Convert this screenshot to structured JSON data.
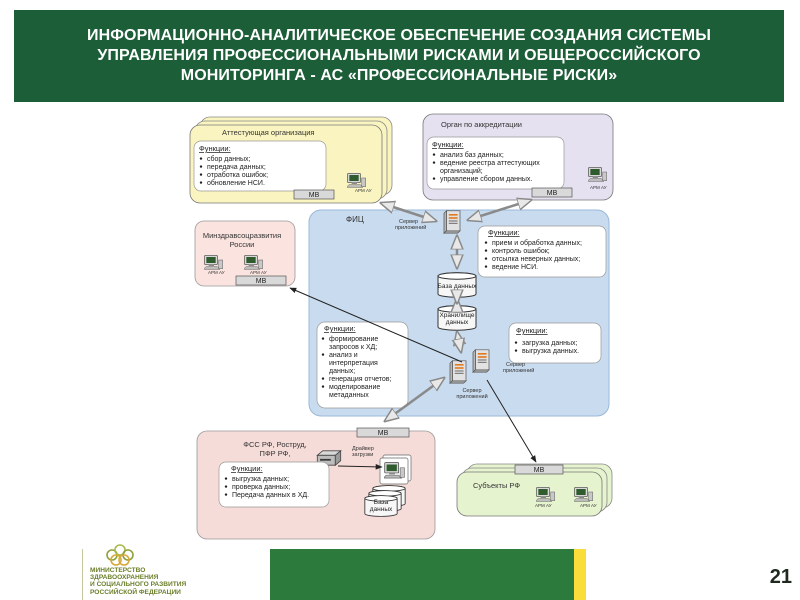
{
  "title": {
    "line1": "ИНФОРМАЦИОННО-АНАЛИТИЧЕСКОЕ ОБЕСПЕЧЕНИЕ СОЗДАНИЯ СИСТЕМЫ",
    "line2": "УПРАВЛЕНИЯ ПРОФЕССИОНАЛЬНЫМИ РИСКАМИ И ОБЩЕРОССИЙСКОГО",
    "line3": "МОНИТОРИНГА  - АС «ПРОФЕССИОНАЛЬНЫЕ РИСКИ»"
  },
  "diagram": {
    "attest": {
      "title": "Аттестующая организация",
      "functions_title": "Функции:",
      "functions": [
        "сбор данных;",
        "передача данных;",
        "отработка ошибок;",
        "обновление НСИ."
      ],
      "arm": "АРМ АУ",
      "mv": "МВ"
    },
    "accred": {
      "title": "Орган по аккредитации",
      "functions_title": "Функции:",
      "functions": [
        "анализ баз данных;",
        "ведение реестра аттестующих",
        "организаций;",
        "управление сбором данных."
      ],
      "arm": "АРМ АУ",
      "mv": "МВ"
    },
    "minzdrav": {
      "title_line1": "Минздравсоцразвития",
      "title_line2": "России",
      "arm1": "АРМ АУ",
      "arm2": "АРМ АУ",
      "mv": "МВ"
    },
    "fic": {
      "title": "ФИЦ",
      "server_top_line1": "Сервер",
      "server_top_line2": "приложений",
      "functions_top_title": "Функции:",
      "functions_top": [
        "прием и обработка данных;",
        "контроль ошибок;",
        "отсылка неверных данных;",
        "ведение НСИ."
      ],
      "db_label": "База данных",
      "warehouse_line1": "Хранилище",
      "warehouse_line2": "данных",
      "functions_left_title": "Функции:",
      "functions_left": [
        "формирование",
        "запросов к ХД;",
        "анализ и",
        "интерпретация",
        "данных;",
        "генерация отчетов;",
        "моделирование",
        "метаданных"
      ],
      "functions_right_title": "Функции:",
      "functions_right": [
        "загрузка данных;",
        "выгрузка данных."
      ],
      "server_bottom_line1": "Сервер",
      "server_bottom_line2": "приложений",
      "server_right_line1": "Сервер",
      "server_right_line2": "приложений"
    },
    "fss": {
      "title_line1": "ФСС РФ, Роструд,",
      "title_line2": "ПФР РФ,",
      "mv": "МВ",
      "driver_line1": "Драйвер",
      "driver_line2": "загрузки",
      "functions_title": "Функции:",
      "functions": [
        "выгрузка данных;",
        "проверка данных;",
        "Передача данных в ХД."
      ],
      "db_line1": "База",
      "db_line2": "данных"
    },
    "subjects": {
      "title": "Субъекты РФ",
      "mv": "МВ",
      "arm1": "АРМ АУ",
      "arm2": "АРМ АУ"
    }
  },
  "logo": {
    "line1": "МИНИСТЕРСТВО",
    "line2": "ЗДРАВООХРАНЕНИЯ",
    "line3": "И СОЦИАЛЬНОГО РАЗВИТИЯ",
    "line4": "РОССИЙСКОЙ ФЕДЕРАЦИИ"
  },
  "page_number": "21",
  "colors": {
    "header_bg": "#1b5e37",
    "footer_green": "#2c7a3c",
    "footer_yellow": "#fadd3a",
    "attest_fill": "#faf5c0",
    "accred_fill": "#e6e1f0",
    "minzdrav_fill": "#fbe4e0",
    "fic_fill": "#c9dbef",
    "fss_fill": "#f6dcd8",
    "subjects_fill": "#e6f3cf",
    "logo_green": "#6b7f2a"
  },
  "icons": {
    "workstation": "computer-icon",
    "server": "server-icon",
    "database": "database-icon",
    "driver": "loader-icon",
    "logo": "ministry-logo-icon"
  }
}
